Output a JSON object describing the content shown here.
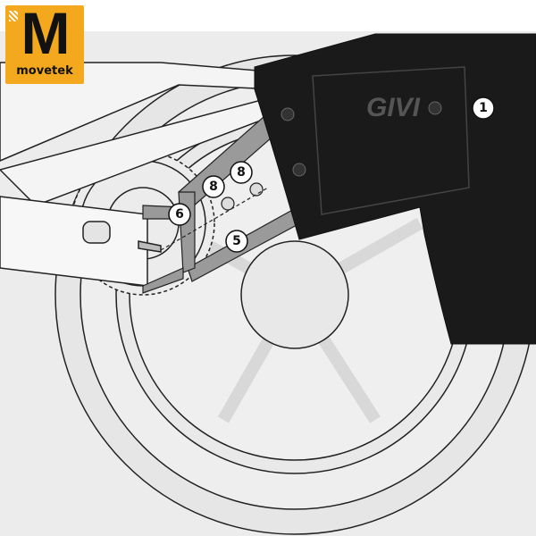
{
  "logo": {
    "letter": "M",
    "wordmark": "movetek",
    "color": "#f4a81d"
  },
  "product_brand": "GIVI",
  "callouts": [
    {
      "id": "mudguard",
      "label": "1"
    },
    {
      "id": "screw-a",
      "label": "8"
    },
    {
      "id": "screw-b",
      "label": "8"
    },
    {
      "id": "plate",
      "label": "6"
    },
    {
      "id": "bracket",
      "label": "5"
    }
  ],
  "colors": {
    "background": "#ececec",
    "mudguard": "#1a1a1a",
    "bracket": "#9a9a9a",
    "line": "#222222"
  }
}
